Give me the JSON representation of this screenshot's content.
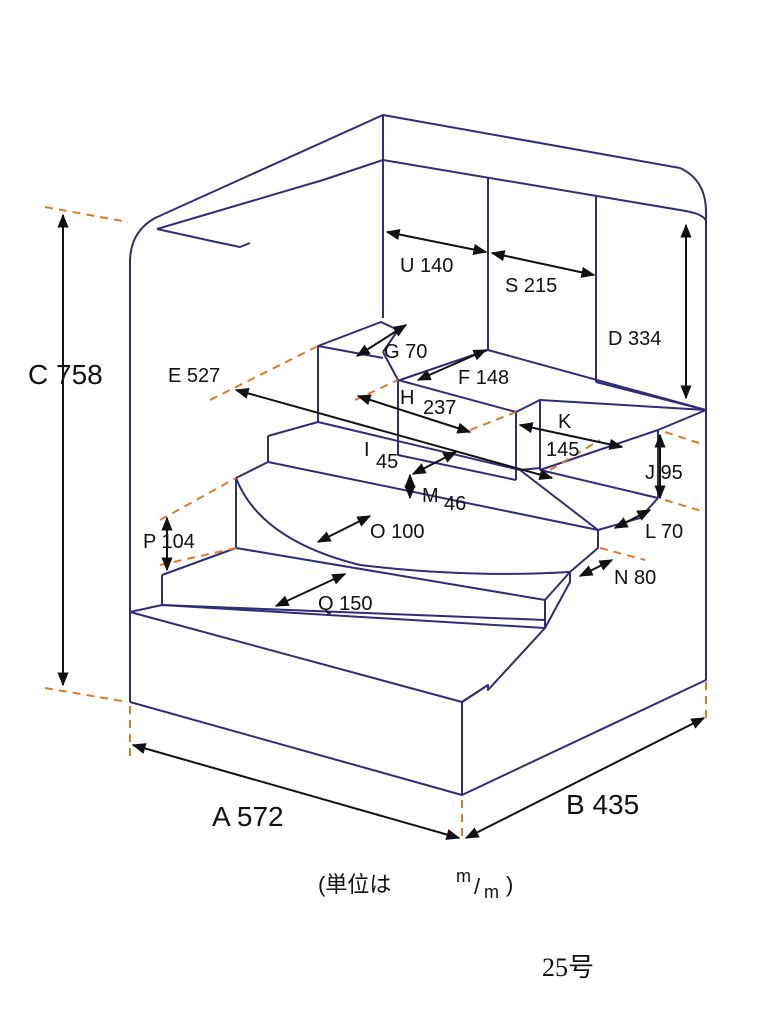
{
  "dimensions": {
    "A": "A 572",
    "B": "B 435",
    "C": "C 758",
    "D": "D 334",
    "E": "E 527",
    "F": "F 148",
    "G": "G 70",
    "H_letter": "H",
    "H_value": "237",
    "I_letter": "I",
    "I_value": "45",
    "J": "J 95",
    "K_letter": "K",
    "K_value": "145",
    "L": "L 70",
    "M_letter": "M",
    "M_value": "46",
    "N": "N 80",
    "O": "O 100",
    "P": "P 104",
    "Q": "Q 150",
    "S": "S 215",
    "U": "U 140"
  },
  "unit_note": {
    "prefix": "(単位は",
    "m_top": "m",
    "slash": "/",
    "m_bottom": "m",
    "suffix": ")"
  },
  "caption": "25号",
  "colors": {
    "outline": "#2e2e78",
    "dimension_line": "#111111",
    "extension_dash": "#e07a2a"
  }
}
